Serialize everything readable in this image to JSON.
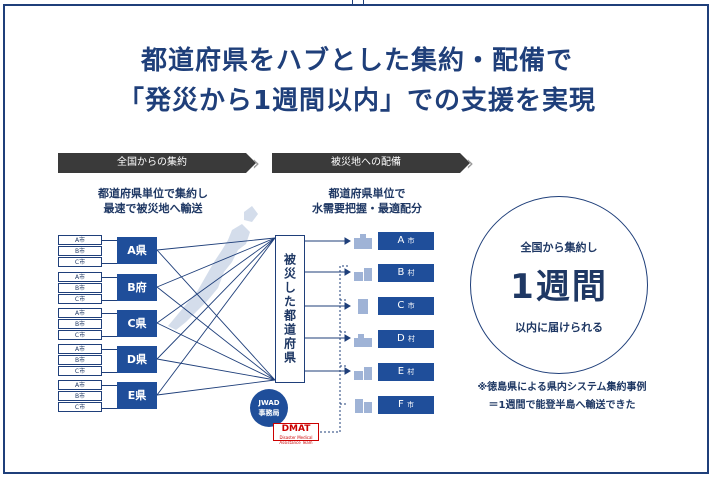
{
  "title": {
    "line1": "都道府県をハブとした集約・配備で",
    "line2": "「発災から1週間以内」での支援を実現"
  },
  "banners": {
    "left": "全国からの集約",
    "right": "被災地への配備"
  },
  "subheads": {
    "left_line1": "都道府県単位で集約し",
    "left_line2": "最速で被災地へ輸送",
    "right_line1": "都道府県単位で",
    "right_line2": "水需要把握・最適配分"
  },
  "municipalities": [
    "A市",
    "B市",
    "C市"
  ],
  "prefectures": [
    "A県",
    "B府",
    "C県",
    "D県",
    "E県"
  ],
  "disaster_pref": "被災した都道府県",
  "jwad": {
    "line1": "JWAD",
    "line2": "事務局"
  },
  "dmat": {
    "label": "DMAT",
    "sub": "Disaster Medical Assistance Team"
  },
  "destinations": [
    {
      "name": "A",
      "unit": "市"
    },
    {
      "name": "B",
      "unit": "村"
    },
    {
      "name": "C",
      "unit": "市"
    },
    {
      "name": "D",
      "unit": "村"
    },
    {
      "name": "E",
      "unit": "村"
    },
    {
      "name": "F",
      "unit": "市"
    }
  ],
  "circle": {
    "line1": "全国から集約し",
    "line2": "1週間",
    "line3": "以内に届けられる"
  },
  "note": {
    "line1": "※徳島県による県内システム集約事例",
    "line2": "＝1週間で能登半島へ輸送できた"
  },
  "colors": {
    "navy": "#1f3f7a",
    "blue": "#1f4e9a",
    "banner": "#3a3a3a",
    "dmat": "#cc0000"
  }
}
